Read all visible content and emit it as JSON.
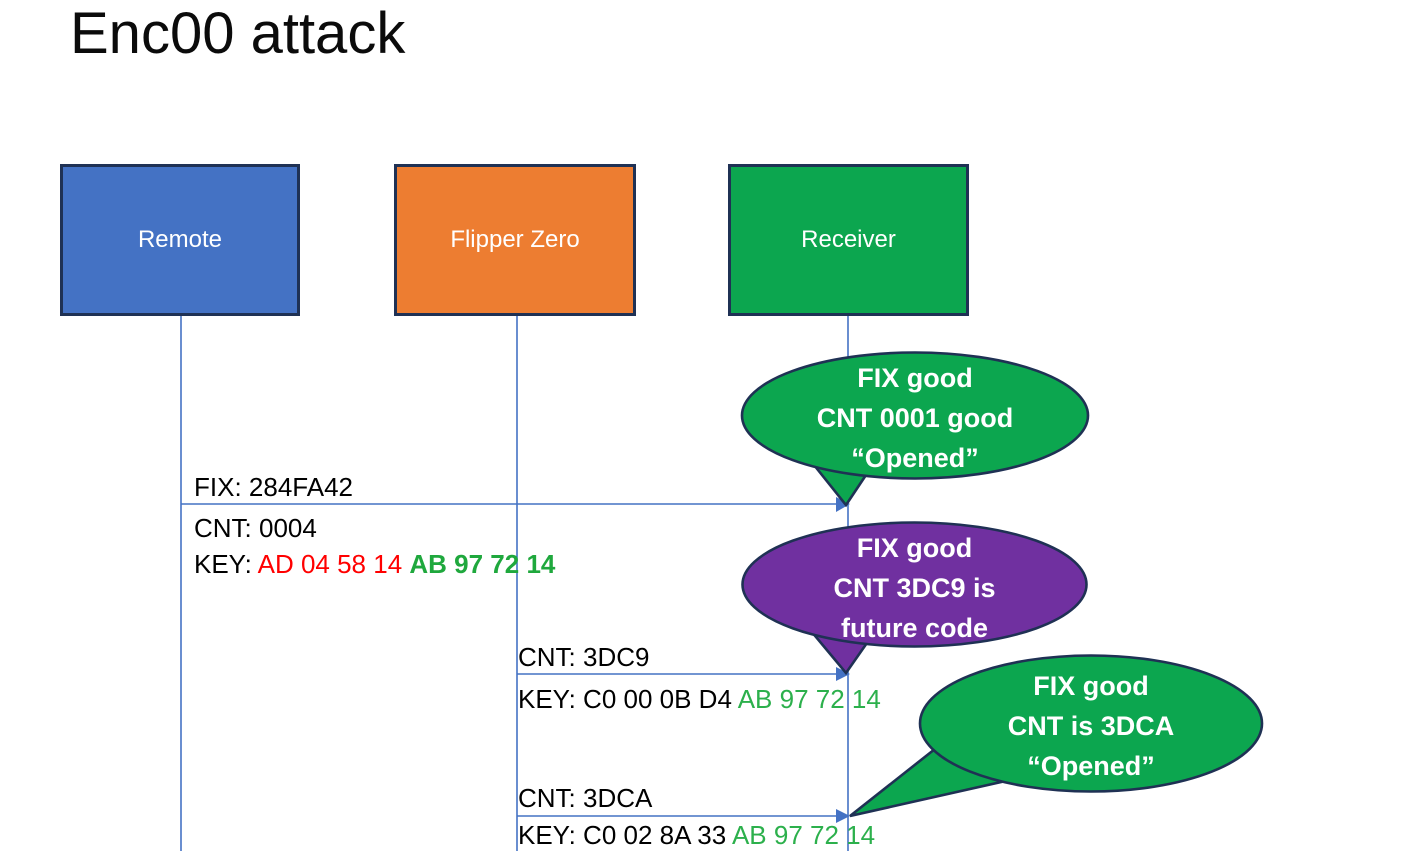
{
  "title": "Enc00 attack",
  "colors": {
    "remote_fill": "#4472C4",
    "flipper_fill": "#ED7D31",
    "receiver_fill": "#0CA64F",
    "callout_green": "#0CA64F",
    "callout_purple": "#7030A0",
    "outline_navy": "#1F3154",
    "connector_blue": "#4472C4",
    "key_changed_red": "#FF0000",
    "key_fixed_green_bold": "#1FA83D",
    "key_fixed_green": "#2CB04C",
    "key_changed_black": "#000000"
  },
  "actors": [
    {
      "label": "Remote",
      "fill": "#4472C4"
    },
    {
      "label": "Flipper Zero",
      "fill": "#ED7D31"
    },
    {
      "label": "Receiver",
      "fill": "#0CA64F"
    }
  ],
  "messages": [
    {
      "fix": "FIX: 284FA42",
      "cnt": "CNT: 0004",
      "key_prefix": "KEY: ",
      "key_changed": "AD 04 58 14 ",
      "key_changed_color": "#FF0000",
      "key_fixed": "AB 97 72 14",
      "key_fixed_color": "#1FA83D"
    },
    {
      "cnt": "CNT: 3DC9",
      "key_prefix": "KEY: ",
      "key_changed": "C0 00 0B D4 ",
      "key_changed_color": "#000000",
      "key_fixed": "AB 97 72 14",
      "key_fixed_color": "#2CB04C"
    },
    {
      "cnt": "CNT: 3DCA",
      "key_prefix": "KEY: ",
      "key_changed": "C0 02 8A 33 ",
      "key_changed_color": "#000000",
      "key_fixed": "AB 97 72 14",
      "key_fixed_color": "#2CB04C"
    }
  ],
  "callouts": [
    {
      "line1": "FIX good",
      "line2": "CNT 0001 good",
      "line3": "“Opened”",
      "fill": "#0CA64F"
    },
    {
      "line1": "FIX good",
      "line2": "CNT 3DC9 is",
      "line3": "future code",
      "fill": "#7030A0"
    },
    {
      "line1": "FIX good",
      "line2": "CNT is 3DCA",
      "line3": "“Opened”",
      "fill": "#0CA64F"
    }
  ]
}
